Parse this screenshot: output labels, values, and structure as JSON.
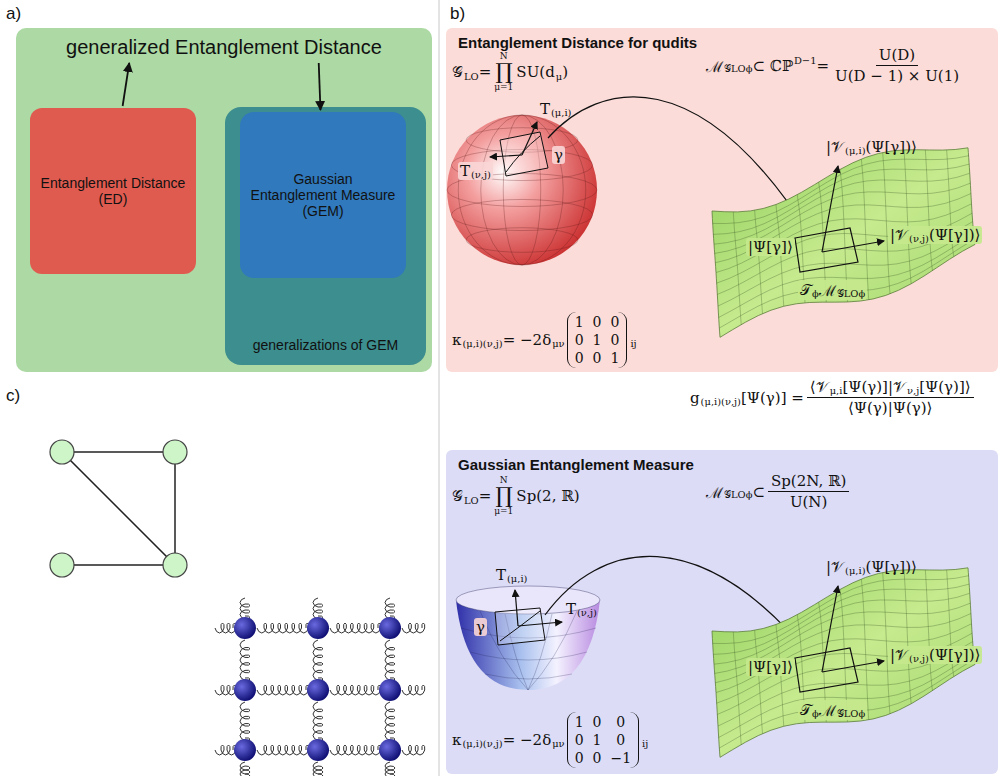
{
  "diagram": {
    "nodes": [
      {
        "text": [
          "generalized Entanglement Distance"
        ]
      },
      {
        "text": [
          "Entanglement Distance (ED)"
        ],
        "in": 0
      },
      {
        "text": [
          "generalizations of GEM"
        ],
        "in": 0
      },
      {
        "text": [
          "Gaussian Entanglement Measure (GEM)"
        ],
        "in": 2
      },
      {
        "text": [
          "Entanglement Distance for qudits"
        ]
      },
      {
        "text": [
          "Gaussian Entanglement Measure"
        ]
      }
    ],
    "edges": [
      {
        "from": 1,
        "to": 0,
        "arrow": "to"
      },
      {
        "from": 0,
        "to": 3,
        "arrow": "to"
      }
    ],
    "labels": [
      "a)",
      "b)",
      "c)",
      "𝒢",
      "LO",
      "=",
      "N",
      "∏",
      "μ=1",
      "SU(d",
      "μ",
      ")",
      "ℳ",
      "𝒢LOϕ",
      "⊂ ℂℙ",
      "D−1",
      "=",
      "U(D)",
      "U(D − 1) × U(1)",
      "T",
      "(μ,i)",
      "T",
      "(ν,j)",
      "γ",
      "|𝒱",
      "(μ,i)",
      "(Ψ[γ])⟩",
      "|Ψ[γ]⟩",
      "|𝒱",
      "(ν,j)",
      "(Ψ[γ])⟩",
      "𝒯",
      "ϕ",
      "ℳ",
      "𝒢LOϕ",
      "κ",
      "(μ,i)(ν,j)",
      "= −2δ",
      "μν",
      "1",
      "0",
      "0",
      "0",
      "1",
      "0",
      "0",
      "0",
      "1",
      "ij",
      "g",
      "(μ,i)(ν,j)",
      "[Ψ(γ)] =",
      "⟨𝒱",
      "μ,i",
      "[Ψ(γ)]|𝒱",
      "ν,j",
      "[Ψ(γ)]⟩",
      "⟨Ψ(γ)|Ψ(γ)⟩",
      "𝒢",
      "LO",
      "=",
      "N",
      "∏",
      "μ=1",
      "Sp(2, ℝ)",
      "ℳ",
      "𝒢LOϕ",
      "⊂",
      "Sp(2N, ℝ)",
      "U(N)",
      "T",
      "(μ,i)",
      "T",
      "(ν,j)",
      "γ",
      "|𝒱",
      "(μ,i)",
      "(Ψ[γ])⟩",
      "|Ψ[γ]⟩",
      "|𝒱",
      "(ν,j)",
      "(Ψ[γ])⟩",
      "𝒯",
      "ϕ",
      "ℳ",
      "𝒢LOϕ",
      "κ",
      "(μ,i)(ν,j)",
      "= −2δ",
      "μν",
      "1",
      "0",
      "0",
      "0",
      "1",
      "0",
      "0",
      "0",
      "−1",
      "ij"
    ]
  }
}
